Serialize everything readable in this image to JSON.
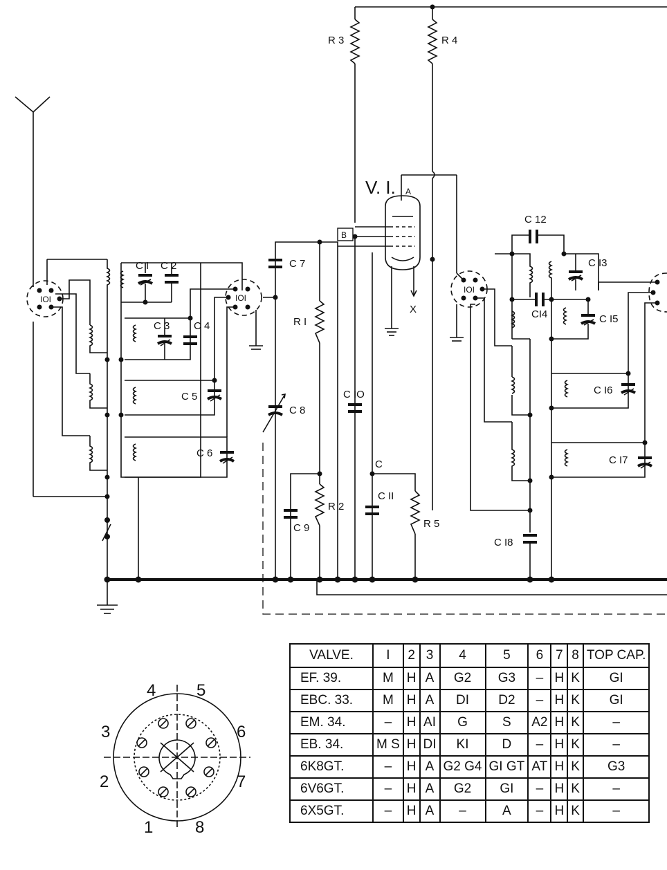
{
  "labels": {
    "r1": "R I",
    "r2": "R 2",
    "r3": "R 3",
    "r4": "R 4",
    "r5": "R 5",
    "c1": "C I",
    "c2": "C 2",
    "c3": "C 3",
    "c4": "C 4",
    "c5": "C 5",
    "c6": "C 6",
    "c7": "C 7",
    "c8": "C 8",
    "c9": "C 9",
    "c10": "C IO",
    "c11": "C II",
    "c12": "C 12",
    "c13": "C I3",
    "c14": "CI4",
    "c15": "C I5",
    "c16": "C I6",
    "c17": "C I7",
    "c18": "C I8",
    "valve": "V. I.",
    "anode": "A",
    "node_b": "B",
    "node_c": "C",
    "node_x": "X"
  },
  "base_pins": [
    "1",
    "2",
    "3",
    "4",
    "5",
    "6",
    "7",
    "8"
  ],
  "table": {
    "headers": [
      "VALVE.",
      "I",
      "2",
      "3",
      "4",
      "5",
      "6",
      "7",
      "8",
      "TOP CAP."
    ],
    "rows": [
      [
        "EF. 39.",
        "M",
        "H",
        "A",
        "G2",
        "G3",
        "–",
        "H",
        "K",
        "GI"
      ],
      [
        "EBC. 33.",
        "M",
        "H",
        "A",
        "DI",
        "D2",
        "–",
        "H",
        "K",
        "GI"
      ],
      [
        "EM. 34.",
        "–",
        "H",
        "AI",
        "G",
        "S",
        "A2",
        "H",
        "K",
        "–"
      ],
      [
        "EB. 34.",
        "M S",
        "H",
        "DI",
        "KI",
        "D",
        "–",
        "H",
        "K",
        "–"
      ],
      [
        "6K8GT.",
        "–",
        "H",
        "A",
        "G2 G4",
        "GI GT",
        "AT",
        "H",
        "K",
        "G3"
      ],
      [
        "6V6GT.",
        "–",
        "H",
        "A",
        "G2",
        "GI",
        "–",
        "H",
        "K",
        "–"
      ],
      [
        "6X5GT.",
        "–",
        "H",
        "A",
        "–",
        "A",
        "–",
        "H",
        "K",
        "–"
      ]
    ]
  }
}
